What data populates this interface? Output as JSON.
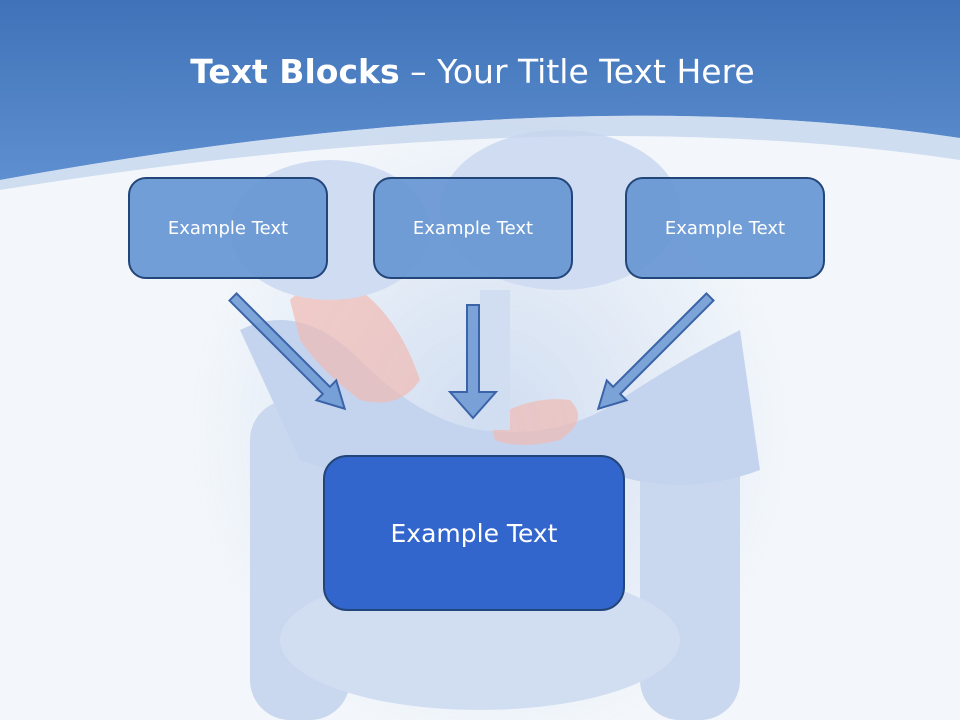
{
  "title": {
    "bold_part": "Text Blocks",
    "dash": "–",
    "rest": "Your Title Text Here"
  },
  "top_boxes": [
    "Example Text",
    "Example Text",
    "Example Text"
  ],
  "main_box": "Example Text",
  "colors": {
    "header": "#4e80c6",
    "box_fill": "#6796d4",
    "main_box_fill": "#3366cc",
    "box_border": "#23467a",
    "arrow_fill": "#6a96d2",
    "organ_highlight": "#e46a5a"
  },
  "icons": [
    "arrow-down-right",
    "arrow-down",
    "arrow-down-left"
  ]
}
